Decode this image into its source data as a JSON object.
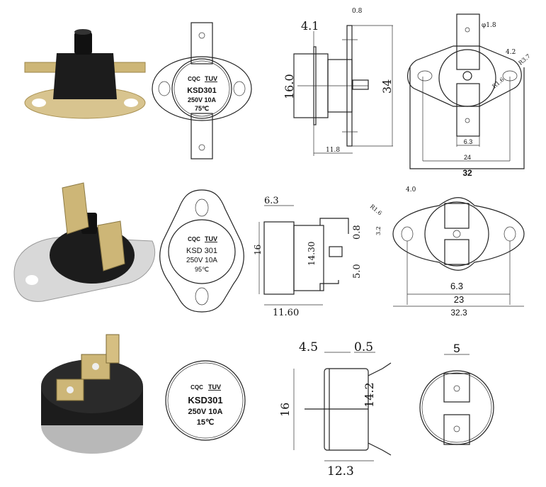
{
  "row1": {
    "front": {
      "logo_left": "CQC",
      "logo_right": "TUV",
      "model": "KSD301",
      "rating": "250V 10A",
      "temp": "75℃"
    },
    "side": {
      "d_flange": "4.1",
      "d_plate": "0.8",
      "d_height": "16.0",
      "d_length": "34",
      "d_depth": "11.8"
    },
    "top": {
      "d_hole": "φ1.8",
      "d_offset": "4.2",
      "d_r_outer": "R3.7",
      "d_r_inner": "R1.6",
      "d_tab": "6.3",
      "d_hole_span": "24",
      "d_width": "32"
    }
  },
  "row2": {
    "front": {
      "logo_left": "CQC",
      "logo_right": "TUV",
      "model": "KSD 301",
      "rating": "250V 10A",
      "temp": "95℃"
    },
    "side": {
      "d_flange": "6.3",
      "d_height": "16",
      "d_inner": "14.30",
      "d_plate": "0.8",
      "d_pin": "5.0",
      "d_depth": "11.60"
    },
    "top": {
      "d_radius": "R1.6",
      "d_offset": "4.0",
      "d_hole": "3.2",
      "d_tab": "6.3",
      "d_hole_span": "23",
      "d_width": "32.3"
    }
  },
  "row3": {
    "front": {
      "logo_left": "CQC",
      "logo_right": "TUV",
      "model": "KSD301",
      "rating": "250V 10A",
      "temp": "15℃"
    },
    "side": {
      "d_flange": "4.5",
      "d_plate": "0.5",
      "d_height": "16",
      "d_inner": "14.2",
      "d_depth": "12.3"
    },
    "top": {
      "d_tab": "5"
    }
  },
  "colors": {
    "body": "#1c1c1c",
    "metal": "#c9b27a",
    "steel": "#c8c8c8"
  }
}
